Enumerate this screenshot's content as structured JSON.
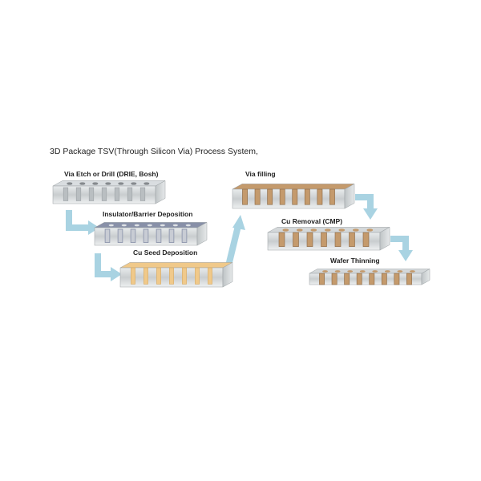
{
  "title": "3D Package TSV(Through Silicon Via) Process System,",
  "steps": [
    {
      "label": "Via Etch or Drill (DRIE, Bosh)"
    },
    {
      "label": "Insulator/Barrier Deposition"
    },
    {
      "label": "Cu Seed Deposition"
    },
    {
      "label": "Via filling"
    },
    {
      "label": "Cu Removal (CMP)"
    },
    {
      "label": "Wafer Thinning"
    }
  ],
  "colors": {
    "arrow": "#a9d3e2",
    "silicon": "#d6dadc",
    "copper": "#c49a6c",
    "seed": "#f0c98a",
    "insulator": "#8890a8"
  }
}
